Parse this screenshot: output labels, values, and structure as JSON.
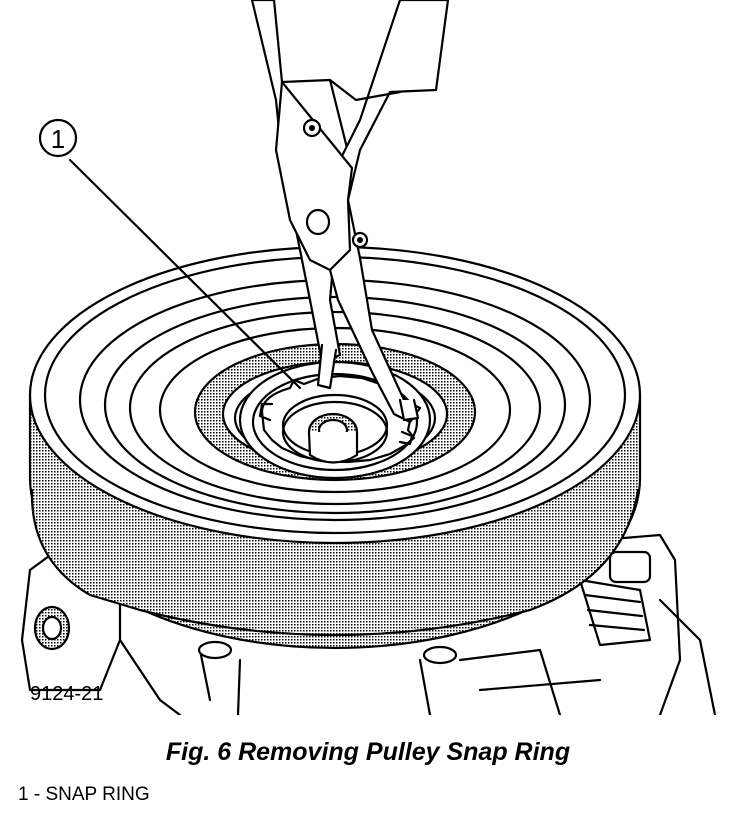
{
  "figure": {
    "id_label": "9124-21",
    "callout_number": "1",
    "colors": {
      "ink": "#000000",
      "paper": "#ffffff",
      "stipple": "#b9b9b9"
    }
  },
  "caption": "Fig. 6 Removing Pulley Snap Ring",
  "legend": [
    {
      "text": "1 - SNAP RING"
    }
  ]
}
